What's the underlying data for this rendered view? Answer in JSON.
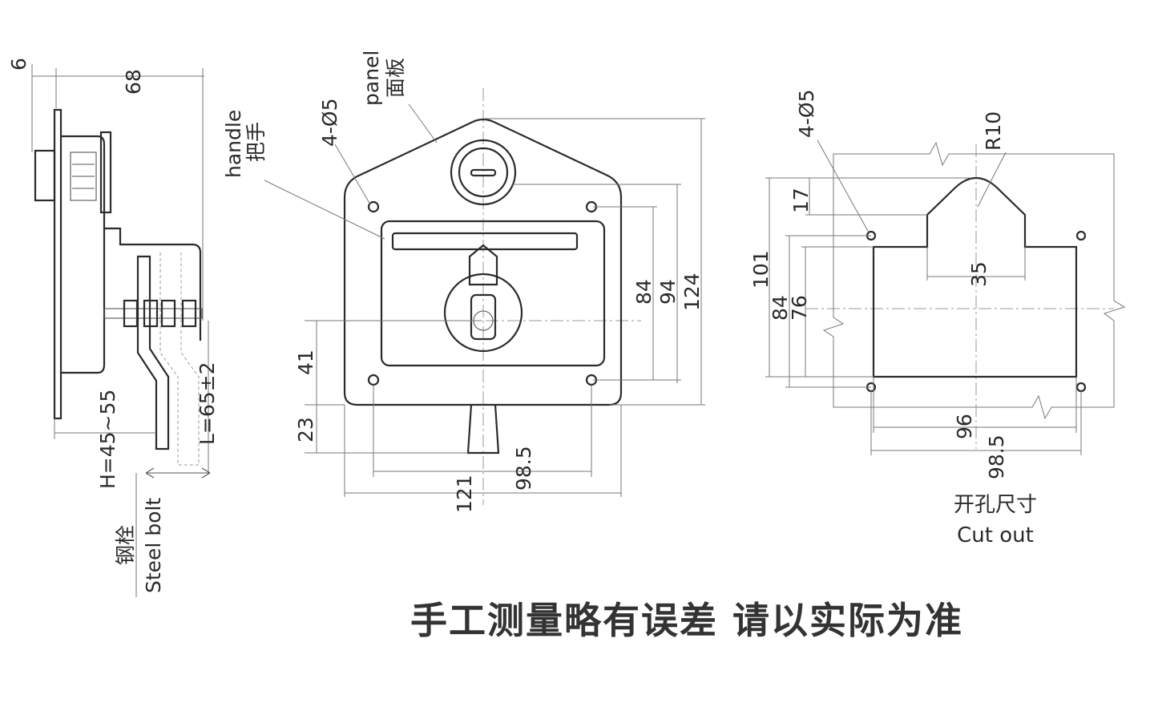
{
  "side_view": {
    "dims": {
      "d6": "6",
      "d68": "68",
      "h": "H=45~55",
      "l": "L=65±2"
    },
    "bolt_cn": "钢栓",
    "bolt_en": "Steel bolt"
  },
  "front_view": {
    "handle_en": "handle",
    "handle_cn": "把手",
    "holes": "4-Ø5",
    "panel_en": "panel",
    "panel_cn": "面板",
    "dims": {
      "d84": "84",
      "d94": "94",
      "d124": "124",
      "d41": "41",
      "d23": "23",
      "d98_5": "98.5",
      "d121": "121"
    }
  },
  "cutout": {
    "holes": "4-Ø5",
    "radius": "R10",
    "dims": {
      "d17": "17",
      "d101": "101",
      "d84": "84",
      "d76": "76",
      "d35": "35",
      "d96": "96",
      "d98_5": "98.5"
    },
    "caption_cn": "开孔尺寸",
    "caption_en": "Cut out"
  },
  "footer_note": "手工测量略有误差 请以实际为准",
  "colors": {
    "line": "#2b2b2b",
    "dimension": "#777777",
    "background": "#ffffff"
  }
}
